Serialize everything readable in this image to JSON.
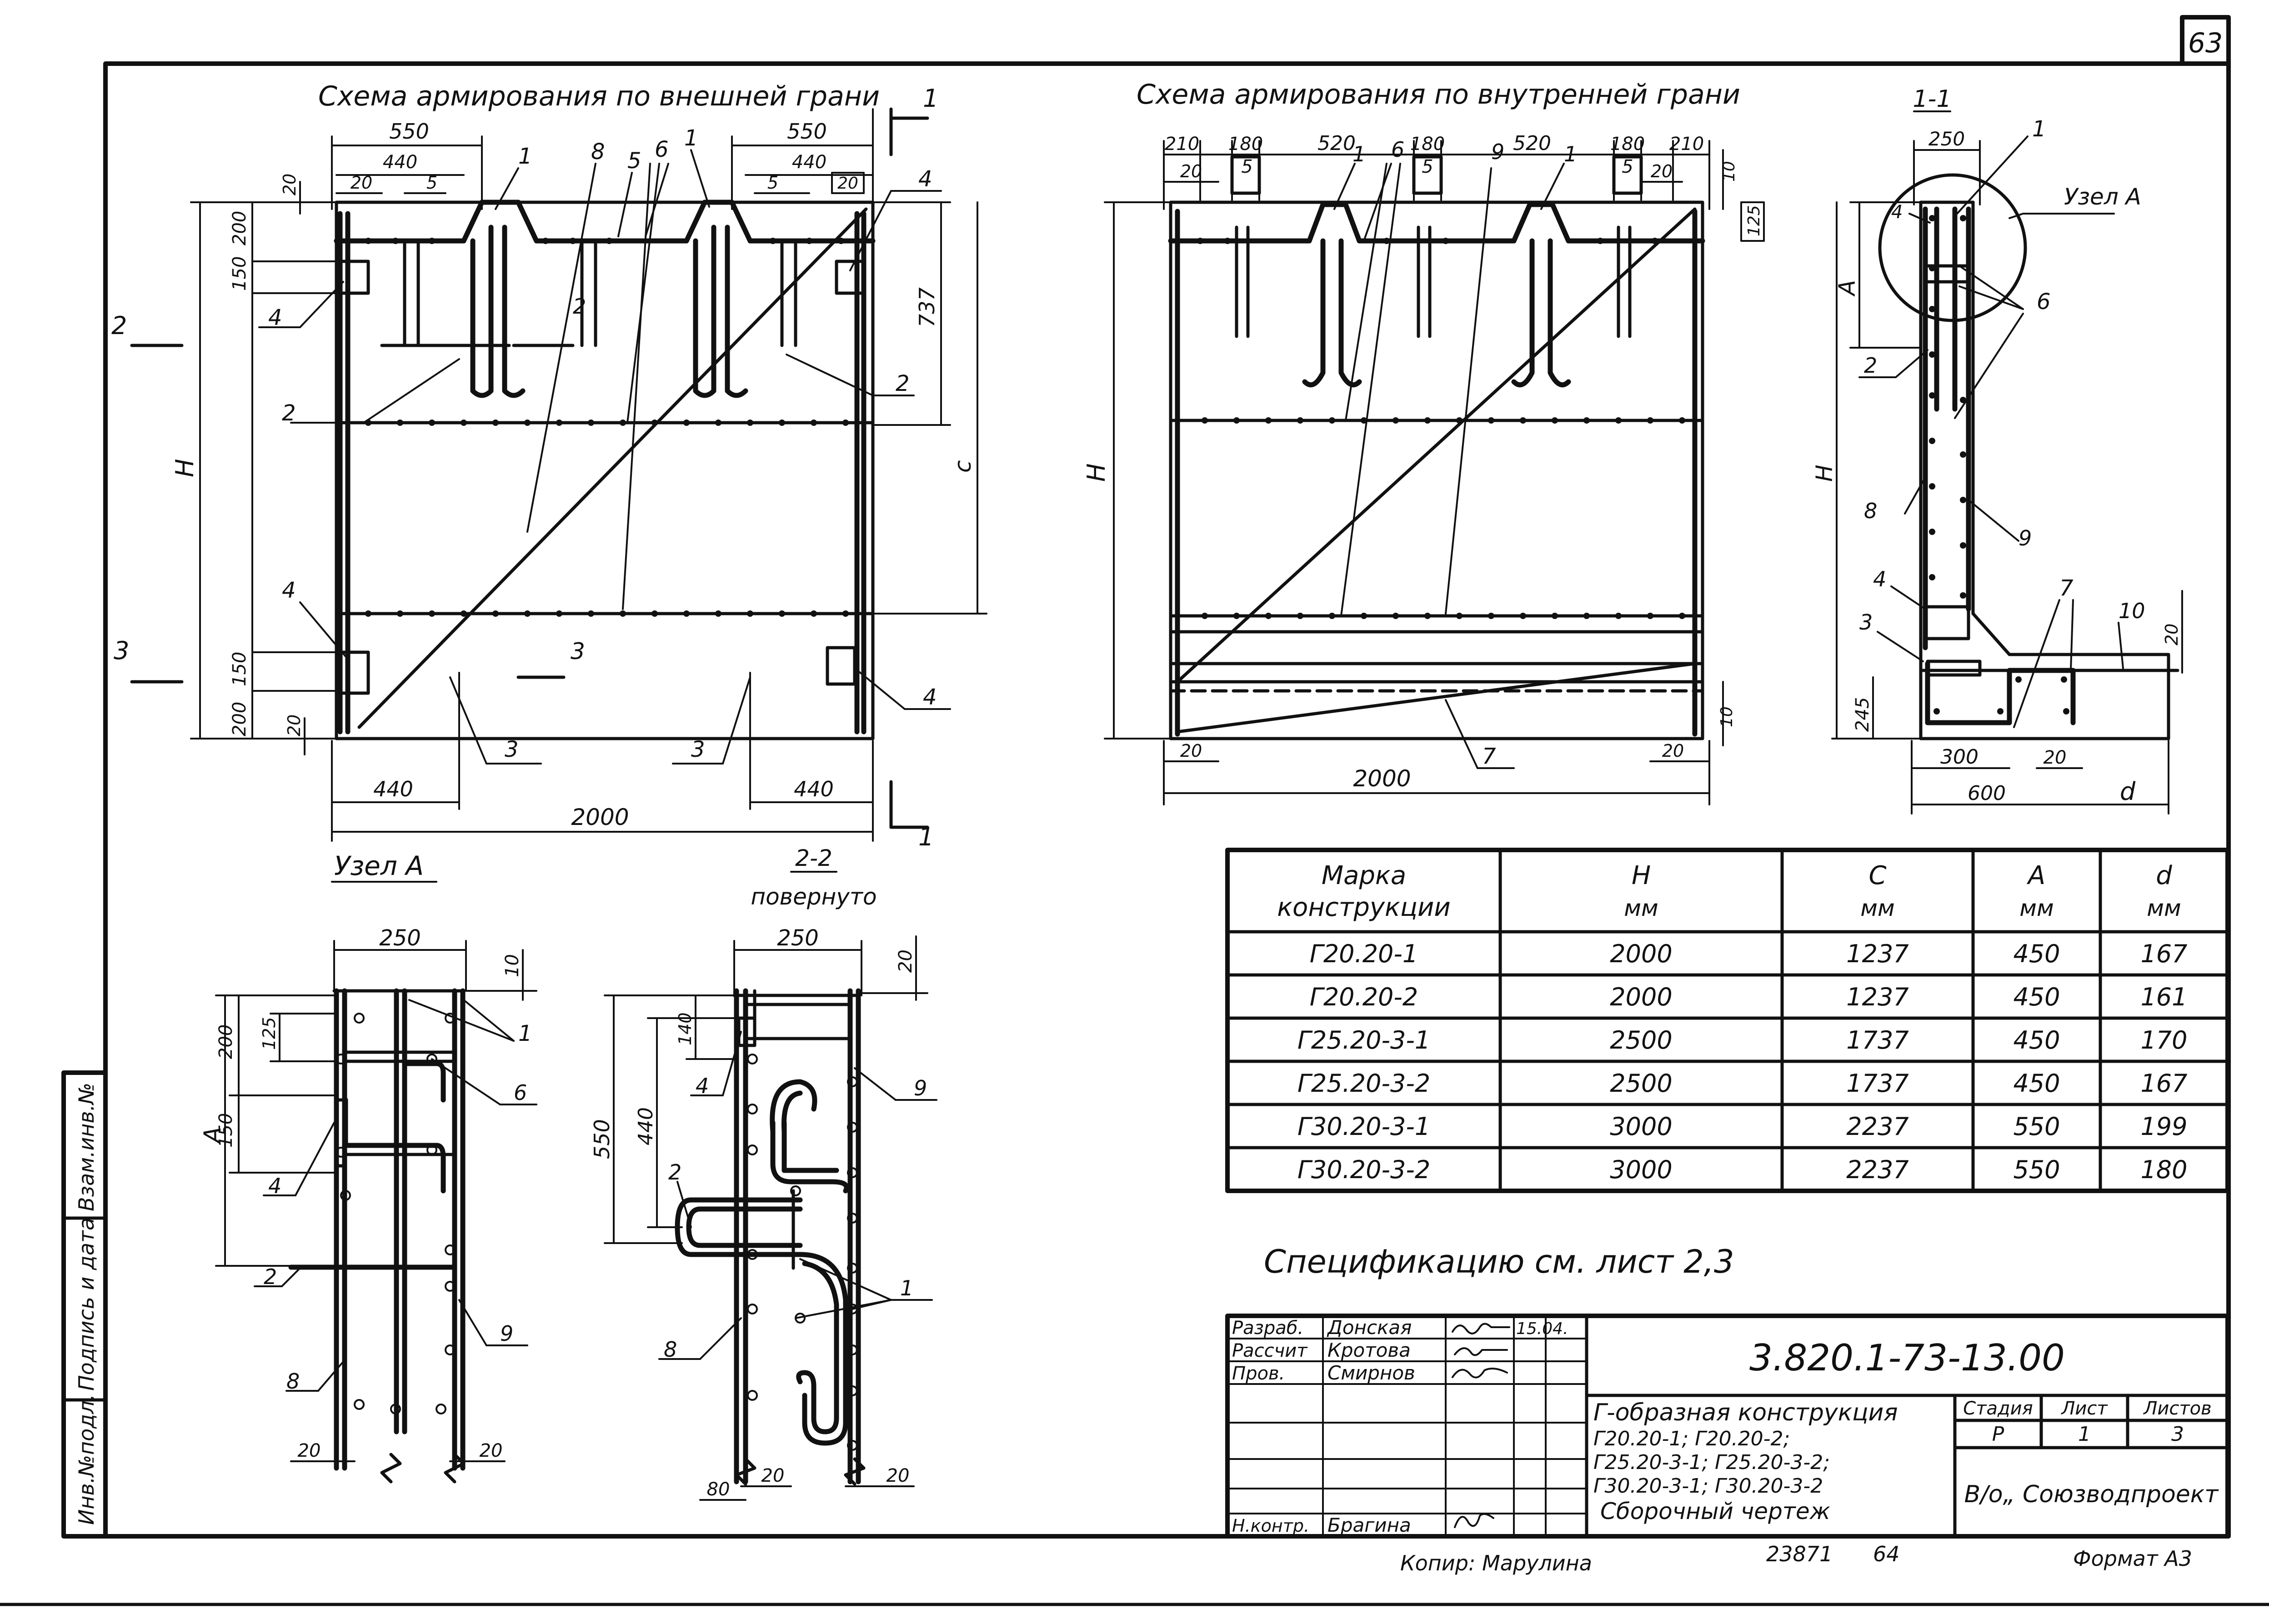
{
  "sheet": {
    "number": "63"
  },
  "views": {
    "outer_face": {
      "title": "Схема армирования по внешней грани",
      "dims": {
        "w550": "550",
        "w440": "440",
        "w20": "20",
        "w5": "5",
        "h200": "200",
        "h150": "150",
        "h737": "737",
        "hH": "H",
        "hC": "c",
        "w2000": "2000",
        "w440b": "440",
        "h20": "20"
      },
      "callouts": [
        "1",
        "2",
        "3",
        "4",
        "5",
        "6",
        "8"
      ],
      "section_marks": [
        "1",
        "2",
        "3"
      ]
    },
    "inner_face": {
      "title": "Схема армирования по внутренней грани",
      "dims": {
        "w210": "210",
        "w180": "180",
        "w520": "520",
        "w20": "20",
        "w10": "10",
        "h125": "125",
        "hH": "H",
        "w2000": "2000"
      },
      "callouts": [
        "1",
        "5",
        "6",
        "7",
        "9"
      ]
    },
    "section_1_1": {
      "title": "1-1",
      "node_label": "Узел А",
      "dims": {
        "w250": "250",
        "hA": "A",
        "hH": "H",
        "h245": "245",
        "w300": "300",
        "w600": "600",
        "w20": "20",
        "wd": "d",
        "h20": "20"
      },
      "callouts": [
        "1",
        "2",
        "3",
        "4",
        "6",
        "7",
        "8",
        "9",
        "10"
      ]
    },
    "node_a": {
      "title": "Узел А",
      "dims": {
        "w250": "250",
        "h10": "10",
        "h200": "200",
        "h125": "125",
        "h150": "150",
        "hA": "A",
        "w20a": "20",
        "w20b": "20"
      },
      "callouts": [
        "1",
        "2",
        "4",
        "6",
        "8",
        "9"
      ]
    },
    "section_2_2": {
      "title": "2-2",
      "subtitle": "повернуто",
      "dims": {
        "w250": "250",
        "h20": "20",
        "h140": "140",
        "h550": "550",
        "h440": "440",
        "w80": "80",
        "w20a": "20",
        "w20b": "20"
      },
      "callouts": [
        "1",
        "2",
        "4",
        "8",
        "9"
      ]
    }
  },
  "table": {
    "headers": [
      {
        "top": "Марка",
        "bottom": "конструкции"
      },
      {
        "top": "H",
        "bottom": "мм"
      },
      {
        "top": "C",
        "bottom": "мм"
      },
      {
        "top": "A",
        "bottom": "мм"
      },
      {
        "top": "d",
        "bottom": "мм"
      }
    ],
    "rows": [
      [
        "Г20.20-1",
        "2000",
        "1237",
        "450",
        "167"
      ],
      [
        "Г20.20-2",
        "2000",
        "1237",
        "450",
        "161"
      ],
      [
        "Г25.20-3-1",
        "2500",
        "1737",
        "450",
        "170"
      ],
      [
        "Г25.20-3-2",
        "2500",
        "1737",
        "450",
        "167"
      ],
      [
        "Г30.20-3-1",
        "3000",
        "2237",
        "550",
        "199"
      ],
      [
        "Г30.20-3-2",
        "3000",
        "2237",
        "550",
        "180"
      ]
    ]
  },
  "spec_note": "Спецификацию см. лист 2,3",
  "title_block": {
    "roles": [
      "Разраб.",
      "Рассчит",
      "Пров.",
      "Н.контр."
    ],
    "names": [
      "Донская",
      "Кротова",
      "Смирнов",
      "Брагина"
    ],
    "date": "15.04.",
    "doc_code": "3.820.1-73-13.00",
    "description": [
      "Г-образная конструкция",
      "Г20.20-1; Г20.20-2;",
      "Г25.20-3-1; Г25.20-3-2;",
      "Г30.20-3-1; Г30.20-3-2",
      "Сборочный чертеж"
    ],
    "stage_label": "Стадия",
    "sheet_label": "Лист",
    "sheets_label": "Листов",
    "stage": "Р",
    "sheet": "1",
    "sheets": "3",
    "org": "В/о„ Союзводпроект"
  },
  "side_stamp": [
    "Инв.№подл.",
    "Подпись и дата",
    "Взам.инв.№"
  ],
  "footer": {
    "copied": "Копир: Марулина",
    "order": "23871",
    "page": "64",
    "format": "Формат А3"
  }
}
